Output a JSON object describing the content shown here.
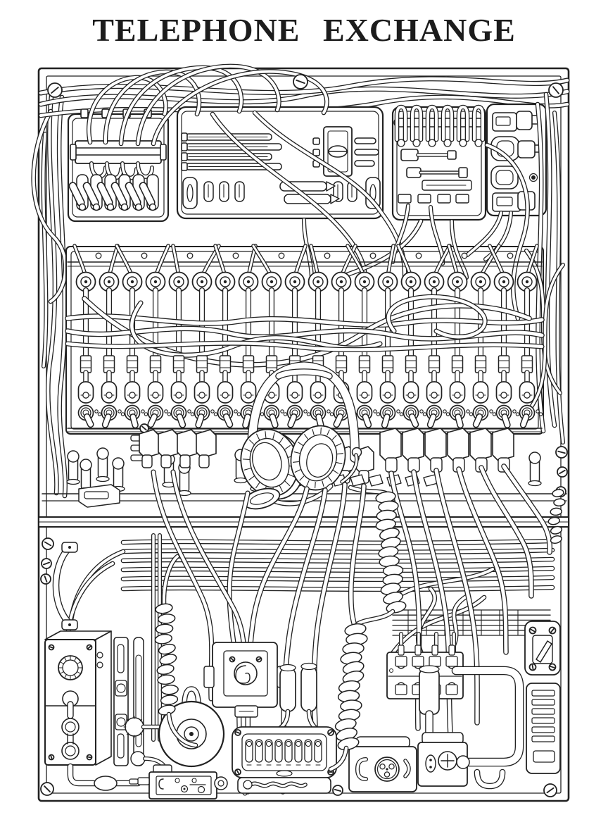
{
  "page": {
    "title": "TELEPHONE EXCHANGE",
    "style": "black-and-white line-art coloring page",
    "subject": "vintage telephone exchange switchboard illustration"
  },
  "palette": {
    "ink": "#212121",
    "paper": "#ffffff"
  },
  "switchboard": {
    "upper_panel": {
      "jack_count": 20,
      "patch_plug_count": 20,
      "toggle_switch_count": 20,
      "relay_lever_count": 6,
      "fuse_loop_count": 6,
      "bus_bar_count": 4
    },
    "keyshelf": {
      "key_count": 8,
      "cord_weight_count": 9,
      "left_key_block_count": 4,
      "center_plug_block_count": 4,
      "right_key_block_count": 6
    },
    "headset": {
      "ear_cup_count": 2,
      "has_boom_mic": true,
      "has_coiled_cord": true
    },
    "lower_panel": {
      "cable_run_count": 6,
      "connector_slot_count": 8,
      "xlr_hole_count": 3,
      "terminal_column_count": 4,
      "heatsink_fin_count": 6,
      "coiled_cord_count": 4,
      "has_bell": true,
      "has_handle": true,
      "has_rocker_switch": true
    },
    "screw_count": 13
  }
}
